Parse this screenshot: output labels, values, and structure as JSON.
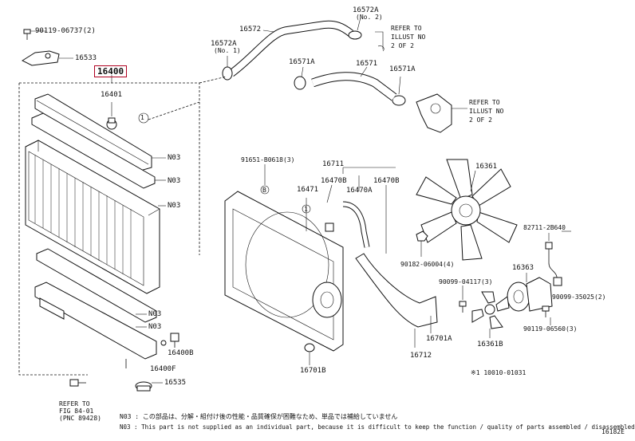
{
  "parts": {
    "p_90119_06737": "90119-06737(2)",
    "p_16533": "16533",
    "p_16400": "16400",
    "p_16401": "16401",
    "p_n03_a": "N03",
    "p_n03_b": "N03",
    "p_n03_c": "N03",
    "p_n03_d": "N03",
    "p_n03_e": "N03",
    "p_16400b": "16400B",
    "p_16400f": "16400F",
    "p_16535": "16535",
    "p_16572": "16572",
    "p_16572a_top": "16572A",
    "p_16572a_top_note": "(No. 2)",
    "p_16572a_left": "16572A",
    "p_16572a_left_note": "(No. 1)",
    "p_16571a_left": "16571A",
    "p_16571": "16571",
    "p_16571a_right": "16571A",
    "p_91651": "91651-B0618(3)",
    "p_16711": "16711",
    "p_16471": "16471",
    "p_16470b_a": "16470B",
    "p_16470a": "16470A",
    "p_16470b_b": "16470B",
    "p_16361": "16361",
    "p_90182": "90182-06004(4)",
    "p_82711": "82711-2B640",
    "p_16363": "16363",
    "p_90099_04117": "90099-04117(3)",
    "p_90099_35025": "90099-35025(2)",
    "p_16361b": "16361B",
    "p_90119_06560": "90119-06560(3)",
    "p_16701a": "16701A",
    "p_16712": "16712",
    "p_16701b": "16701B"
  },
  "refs": {
    "refer_top_1": "REFER TO",
    "refer_top_2": "ILLUST NO",
    "refer_top_3": "2 OF 2",
    "refer_mid_1": "REFER TO",
    "refer_mid_2": "ILLUST NO",
    "refer_mid_3": "2 OF 2",
    "refer_bot_1": "REFER TO",
    "refer_bot_2": "FIG 84-01",
    "refer_bot_3": "(PNC 89428)",
    "circle_1": "1",
    "circle_b": "B",
    "footnote": "※1 10010-01031"
  },
  "notes": {
    "n03_jp": "N03 : この部品は、分解・組付け後の性能・品質確保が困難なため、単品では補給していません",
    "n03_en": "N03 : This part is not supplied as an individual part, because it is difficult to keep the function / quality of parts assembled / disassembled"
  },
  "diagram_id": "16182E"
}
